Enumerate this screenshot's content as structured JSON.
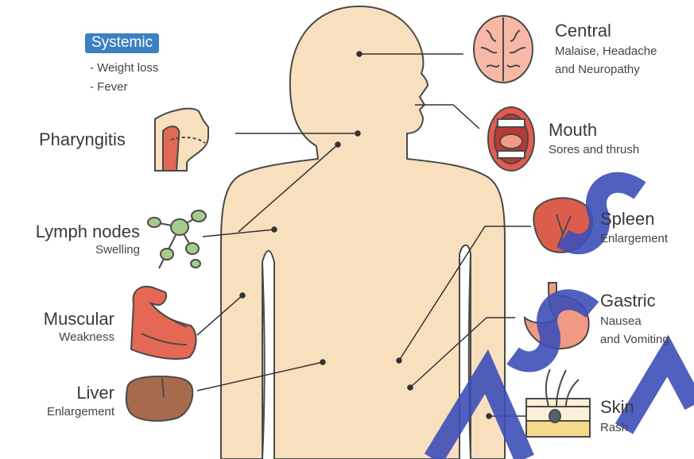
{
  "systemic": {
    "label": "Systemic",
    "items": [
      "- Weight loss",
      "- Fever"
    ]
  },
  "left_labels": {
    "pharyngitis": {
      "title": "Pharyngitis",
      "sub": ""
    },
    "lymph": {
      "title": "Lymph nodes",
      "sub": "Swelling"
    },
    "muscular": {
      "title": "Muscular",
      "sub": "Weakness"
    },
    "liver": {
      "title": "Liver",
      "sub": "Enlargement"
    }
  },
  "right_labels": {
    "central": {
      "title": "Central",
      "sub1": "Malaise, Headache",
      "sub2": "and Neuropathy"
    },
    "mouth": {
      "title": "Mouth",
      "sub1": "Sores and thrush"
    },
    "spleen": {
      "title": "Spleen",
      "sub1": "Enlargement"
    },
    "gastric": {
      "title": "Gastric",
      "sub1": "Nausea",
      "sub2": "and Vomiting"
    },
    "skin": {
      "title": "Skin",
      "sub1": "Rash"
    }
  },
  "colors": {
    "skin_tone": "#f8dfbe",
    "outline": "#4a4a4a",
    "badge_bg": "#3d7fc1",
    "watermark": "#3e4fb8"
  },
  "icons": [
    "brain-icon",
    "mouth-icon",
    "throat-icon",
    "lymph-node-icon",
    "arm-muscle-icon",
    "liver-icon",
    "spleen-icon",
    "stomach-icon",
    "skin-hair-icon"
  ]
}
